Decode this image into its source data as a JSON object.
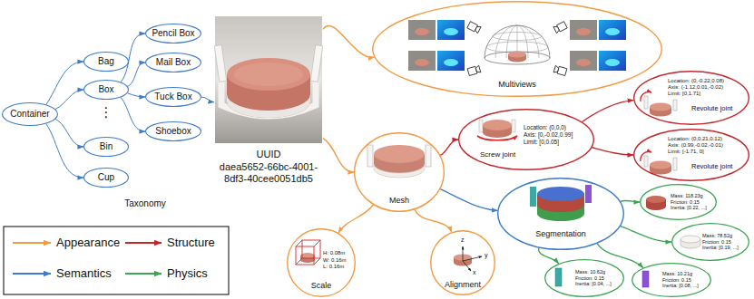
{
  "diagram": {
    "nodes": [
      {
        "text": [
          "Container"
        ]
      },
      {
        "text": [
          "Bag"
        ]
      },
      {
        "text": [
          "Box"
        ]
      },
      {
        "text": [
          "Bin"
        ]
      },
      {
        "text": [
          "Cup"
        ]
      },
      {
        "text": [
          "Pencil Box"
        ]
      },
      {
        "text": [
          "Mail Box"
        ]
      },
      {
        "text": [
          "Tuck Box"
        ]
      },
      {
        "text": [
          "Shoebox"
        ]
      },
      {
        "text": [
          "UUID",
          "daea5652-66bc-4001-8df3-40cee0051db5"
        ]
      },
      {
        "text": [
          "Multiviews"
        ]
      },
      {
        "text": [
          "Mesh"
        ]
      },
      {
        "text": [
          "H: 0.08m W: 0.16m L: 0.16m",
          "Scale"
        ]
      },
      {
        "text": [
          "Alignment"
        ]
      },
      {
        "text": [
          "Location: (0,0,0) Axis: [0,-0.02,0.99] Limit: [0,0.05]",
          "Screw joint"
        ]
      },
      {
        "text": [
          "Location: (0,-0.22,0.08) Axis: (-1.12,0.01,-0.02) Limit: [0,1.71]",
          "Revolute joint"
        ]
      },
      {
        "text": [
          "Location: (0,0.21,0.12) Axis: (0.99,-0.02,-0.01) Limit: [-1.71, 0]",
          "Revolute joint"
        ]
      },
      {
        "text": [
          "Segmentation"
        ]
      },
      {
        "text": [
          "Mass: 118.23g Friction: 0.15 Inertia: [0.22, ...]"
        ]
      },
      {
        "text": [
          "Mass: 78.52g Friction: 0.15 Inertia: [0.19, ...]"
        ]
      },
      {
        "text": [
          "Mass: 10.62g Friction: 0.15 Inertia: [0.04, ...]"
        ]
      },
      {
        "text": [
          "Mass: 10.21g Friction: 0.15 Inertia: [0.08, ...]"
        ]
      }
    ],
    "edges": [
      {
        "from": 0,
        "to": 1,
        "arrow": "to"
      },
      {
        "from": 0,
        "to": 2,
        "arrow": "to"
      },
      {
        "from": 0,
        "to": 3,
        "arrow": "to"
      },
      {
        "from": 0,
        "to": 4,
        "arrow": "to"
      },
      {
        "from": 2,
        "to": 5,
        "arrow": "to"
      },
      {
        "from": 2,
        "to": 6,
        "arrow": "to"
      },
      {
        "from": 2,
        "to": 7,
        "arrow": "to"
      },
      {
        "from": 2,
        "to": 8,
        "arrow": "to"
      },
      {
        "from": 7,
        "to": 9,
        "arrow": "to"
      },
      {
        "from": 9,
        "to": 10,
        "arrow": "to"
      },
      {
        "from": 9,
        "to": 11,
        "arrow": "to"
      },
      {
        "from": 11,
        "to": 12,
        "arrow": "to"
      },
      {
        "from": 11,
        "to": 13,
        "arrow": "to"
      },
      {
        "from": 11,
        "to": 14,
        "arrow": "to"
      },
      {
        "from": 14,
        "to": 15,
        "arrow": "to"
      },
      {
        "from": 14,
        "to": 16,
        "arrow": "to"
      },
      {
        "from": 11,
        "to": 17,
        "arrow": "to"
      },
      {
        "from": 17,
        "to": 18,
        "arrow": "to"
      },
      {
        "from": 17,
        "to": 19,
        "arrow": "to"
      },
      {
        "from": 17,
        "to": 20,
        "arrow": "to"
      },
      {
        "from": 17,
        "to": 21,
        "arrow": "to"
      }
    ],
    "labels": [
      "⋮",
      "Taxonomy",
      "z",
      "y",
      "x"
    ],
    "legend": [
      {
        "text": "Appearance"
      },
      {
        "text": "Structure"
      },
      {
        "text": "Semantics"
      },
      {
        "text": "Physics"
      }
    ]
  }
}
